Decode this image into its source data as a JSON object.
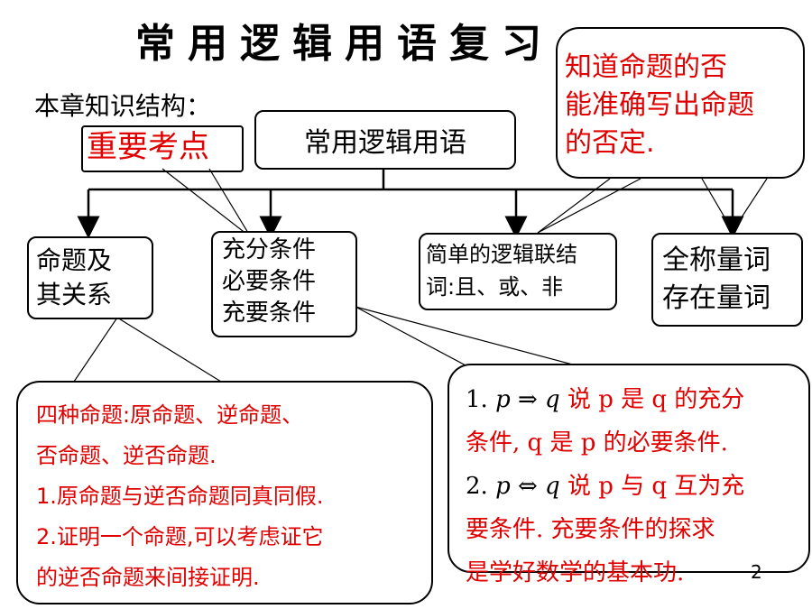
{
  "title": "常用逻辑用语复习",
  "subtitle": "本章知识结构：",
  "root": "常用逻辑用语",
  "key_label": "重要考点",
  "nodes": {
    "propositions": [
      "命题及",
      "其关系"
    ],
    "conditions": [
      "充分条件",
      "必要条件",
      "充要条件"
    ],
    "connectives": [
      "简单的逻辑联结",
      "词:且、或、非"
    ],
    "quantifiers": [
      "全称量词",
      "存在量词"
    ]
  },
  "bubble_propositions": {
    "line1": "四种命题:原命题、逆命题、",
    "line2": "否命题、逆否命题.",
    "line3": "1.原命题与逆否命题同真同假.",
    "line4": "2.证明一个命题,可以考虑证它",
    "line5": "的逆否命题来间接证明."
  },
  "bubble_conditions": {
    "l1_num": "1.",
    "l1_formula": "p ⇒ q",
    "l1_text": "说 p 是 q 的充分",
    "l2_text": "条件, q 是 p 的必要条件.",
    "l3_num": "2.",
    "l3_formula": "p ⇔ q",
    "l3_text": "说 p 与 q 互为充",
    "l4_text": "要条件. 充要条件的探求",
    "l5_text": "是学好数学的基本功."
  },
  "bubble_negation": {
    "line1": "知道命题的否",
    "line2": "能准确写出命题",
    "line3": "的否定."
  },
  "page_number": "2",
  "colors": {
    "accent": "#e00000",
    "stroke": "#000000"
  }
}
